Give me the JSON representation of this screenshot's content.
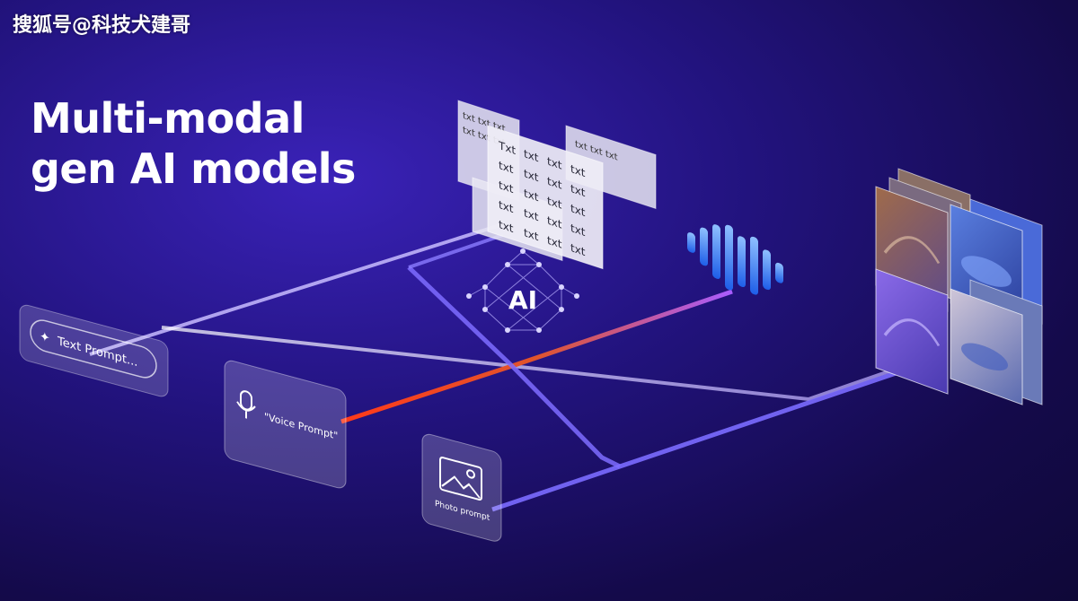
{
  "watermark": "搜狐号@科技犬建哥",
  "title": {
    "line1": "Multi-modal",
    "line2": "gen AI models"
  },
  "hub": {
    "label": "AI"
  },
  "inputs": {
    "text_prompt": "Text Prompt...",
    "voice_prompt": "\"Voice Prompt\"",
    "photo_prompt": "Photo prompt"
  },
  "text_output": {
    "row1": [
      "Txt",
      "txt",
      "txt",
      "txt"
    ],
    "row2": [
      "txt",
      "txt",
      "txt",
      "txt"
    ],
    "row3": [
      "txt",
      "txt",
      "txt",
      "txt"
    ],
    "row4": [
      "txt",
      "txt",
      "txt",
      "txt"
    ],
    "row5": [
      "txt",
      "txt",
      "txt",
      "txt"
    ],
    "back_rows": [
      "txt txt txt",
      "txt txt txt",
      "txt txt txt"
    ]
  },
  "colors": {
    "background": "#22137e",
    "voice_line": "#ff4a1f",
    "text_line": "#c9b8ff",
    "photo_line": "#6b5cff",
    "audio_bar": "#2f7bff"
  }
}
